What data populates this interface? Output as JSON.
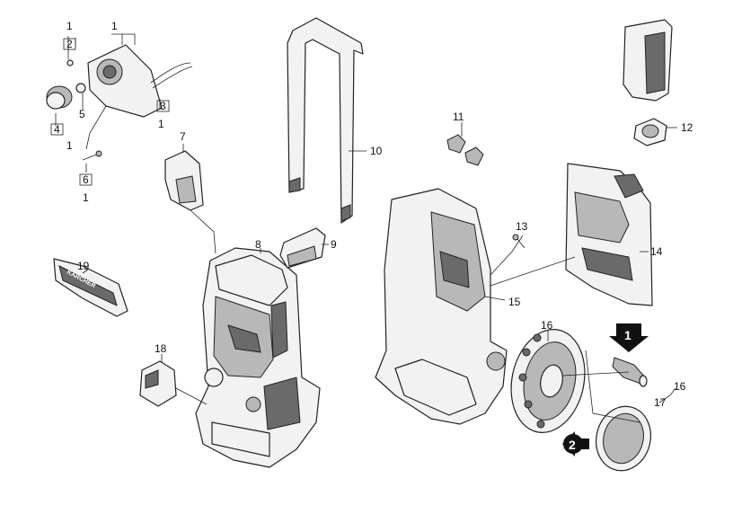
{
  "callouts": {
    "c1a": "1",
    "c1b": "1",
    "c1c": "1",
    "c1d": "1",
    "c1e": "1",
    "c2": "2",
    "c3": "3",
    "c4": "4",
    "c5": "5",
    "c6": "6",
    "c7": "7",
    "c8": "8",
    "c9": "9",
    "c10": "10",
    "c11": "11",
    "c12": "12",
    "c13": "13",
    "c14": "14",
    "c15": "15",
    "c16a": "16",
    "c16b": "16",
    "c17": "17",
    "c18": "18",
    "c19": "19"
  },
  "badges": {
    "b1": "1",
    "b2": "2"
  },
  "logo_text": "KÄRCHER"
}
